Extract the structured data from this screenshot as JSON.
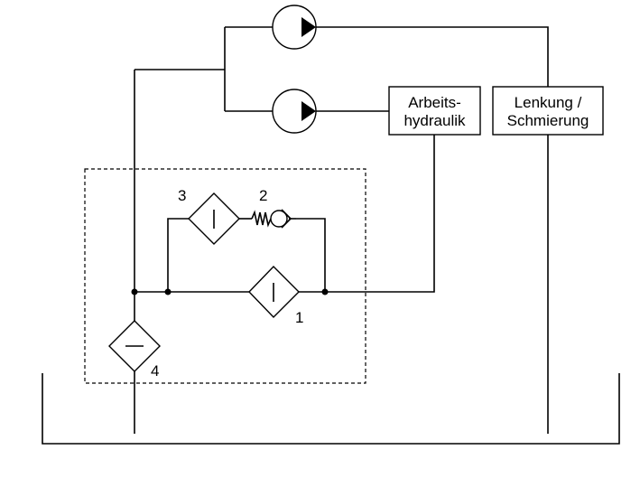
{
  "diagram": {
    "boxes": {
      "work_hydraulics": [
        "Arbeits-",
        "hydraulik"
      ],
      "steering_lubrication": [
        "Lenkung /",
        "Schmierung"
      ]
    },
    "labels": {
      "main_filter": "1",
      "check_valve": "2",
      "secondary_filter": "3",
      "suction_filter": "4"
    }
  }
}
